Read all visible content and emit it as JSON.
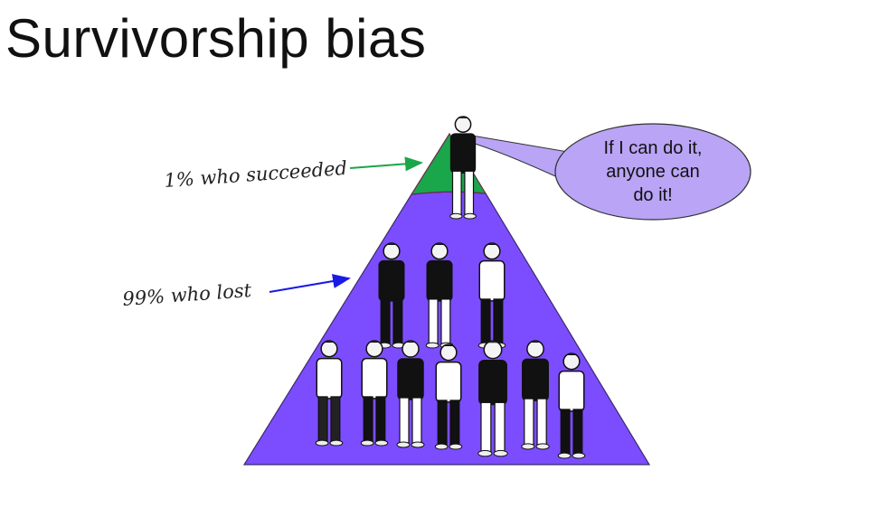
{
  "slide": {
    "title": "Survivorship bias",
    "labels": {
      "success": "1% who succeeded",
      "lost": "99% who lost"
    },
    "speech_bubble": {
      "lines": [
        "If I can do it,",
        "anyone can",
        "do it!"
      ]
    },
    "colors": {
      "pyramid": "#7c4dff",
      "top_section": "#1aa64a",
      "bubble": "#b9a4f5",
      "success_arrow": "#1aa64a",
      "lost_arrow": "#1a1ae6"
    }
  }
}
